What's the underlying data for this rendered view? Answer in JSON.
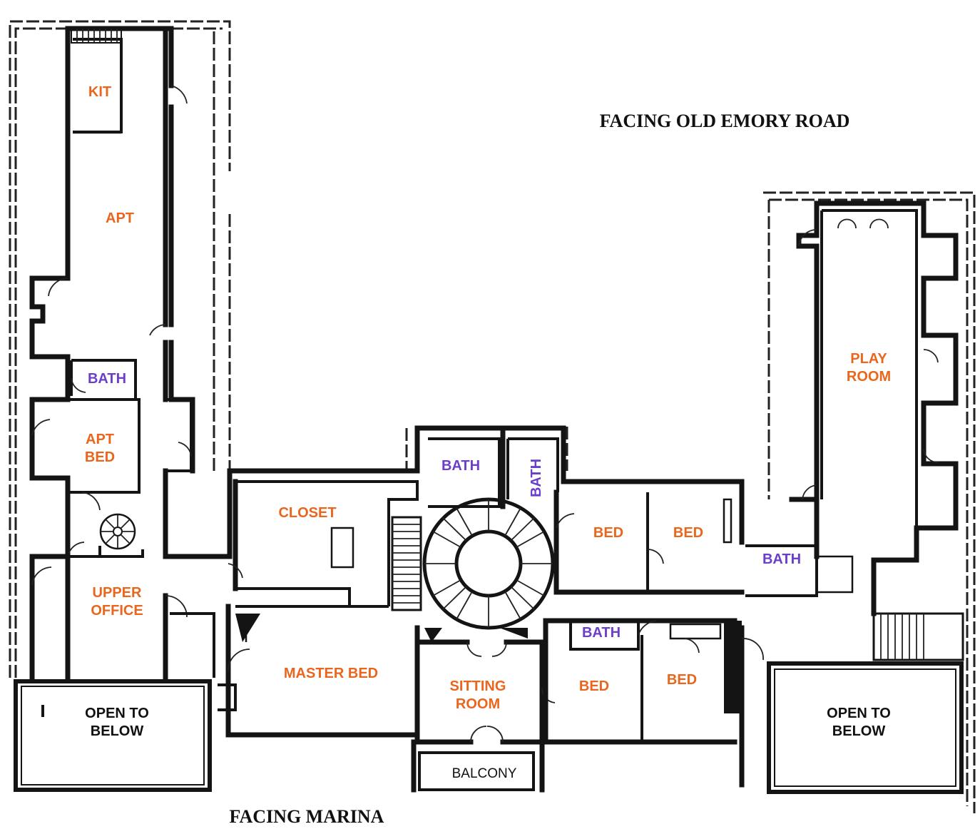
{
  "labels": {
    "facing_top": "FACING OLD EMORY ROAD",
    "facing_bottom": "FACING MARINA",
    "kit": "KIT",
    "apt": "APT",
    "bath_apt": "BATH",
    "apt_bed_1": "APT",
    "apt_bed_2": "BED",
    "upper_office_1": "UPPER",
    "upper_office_2": "OFFICE",
    "open_left_1": "OPEN TO",
    "open_left_2": "BELOW",
    "closet": "CLOSET",
    "master_bed": "MASTER BED",
    "bath_center": "BATH",
    "bath_vertical": "BATH",
    "sitting_1": "SITTING",
    "sitting_2": "ROOM",
    "balcony": "BALCONY",
    "bed_upper_1": "BED",
    "bed_upper_2": "BED",
    "bath_right": "BATH",
    "bath_lower": "BATH",
    "bed_lower_1": "BED",
    "bed_lower_2": "BED",
    "play_1": "PLAY",
    "play_2": "ROOM",
    "open_right_1": "OPEN TO",
    "open_right_2": "BELOW"
  },
  "colors": {
    "room_label": "#e8661d",
    "bath_label": "#6b3fc9",
    "walls": "#141414"
  }
}
